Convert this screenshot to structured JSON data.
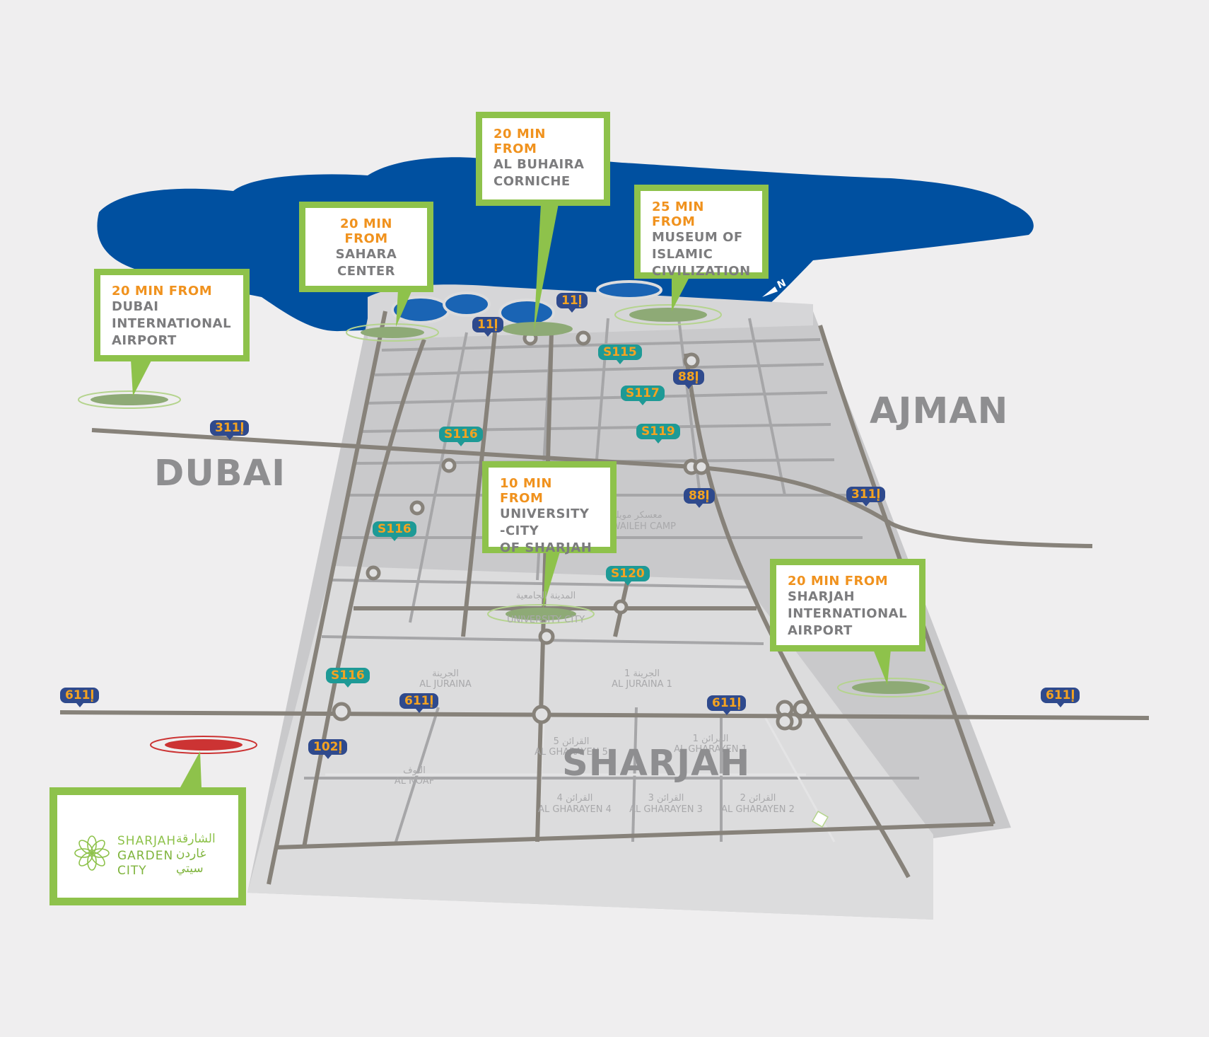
{
  "regions": {
    "dubai": "DUBAI",
    "ajman": "AJMAN",
    "sharjah": "SHARJAH"
  },
  "compass": "N",
  "callouts": [
    {
      "id": "dubai-airport",
      "minutes": "20 MIN FROM",
      "place": "DUBAI\nINTERNATIONAL\nAIRPORT"
    },
    {
      "id": "sahara-center",
      "minutes": "20 MIN FROM",
      "place": "SAHARA\nCENTER"
    },
    {
      "id": "al-buhaira",
      "minutes": "20 MIN FROM",
      "place": "AL BUHAIRA\nCORNICHE"
    },
    {
      "id": "museum",
      "minutes": "25 MIN FROM",
      "place": "MUSEUM OF\nISLAMIC\nCIVILIZATION"
    },
    {
      "id": "university",
      "minutes": "10 MIN FROM",
      "place": "UNIVERSITY\n-CITY\nOF SHARJAH"
    },
    {
      "id": "sharjah-airport",
      "minutes": "20 MIN FROM",
      "place": "SHARJAH\nINTERNATIONAL\nAIRPORT"
    }
  ],
  "road_badges": [
    {
      "label": "11إ",
      "color": "blue"
    },
    {
      "label": "11إ",
      "color": "blue"
    },
    {
      "label": "S115",
      "color": "teal"
    },
    {
      "label": "88إ",
      "color": "blue"
    },
    {
      "label": "S117",
      "color": "teal"
    },
    {
      "label": "S119",
      "color": "teal"
    },
    {
      "label": "S116",
      "color": "teal"
    },
    {
      "label": "311إ",
      "color": "blue"
    },
    {
      "label": "88إ",
      "color": "blue"
    },
    {
      "label": "311إ",
      "color": "blue"
    },
    {
      "label": "S116",
      "color": "teal"
    },
    {
      "label": "S120",
      "color": "teal"
    },
    {
      "label": "S116",
      "color": "teal"
    },
    {
      "label": "611إ",
      "color": "blue"
    },
    {
      "label": "611إ",
      "color": "blue"
    },
    {
      "label": "611إ",
      "color": "blue"
    },
    {
      "label": "611إ",
      "color": "blue"
    },
    {
      "label": "102إ",
      "color": "blue"
    }
  ],
  "district_labels": [
    {
      "ar": "الجرينة",
      "en": "AL JURAINA"
    },
    {
      "ar": "الجرينة 1",
      "en": "AL JURAINA 1"
    },
    {
      "ar": "القرائن 5",
      "en": "AL GHARAYEN 5"
    },
    {
      "ar": "القرائن 1",
      "en": "AL GHARAYEN 1"
    },
    {
      "ar": "النوف",
      "en": "AL NOAF"
    },
    {
      "ar": "القرائن 4",
      "en": "AL GHARAYEN 4"
    },
    {
      "ar": "القرائن 3",
      "en": "AL GHARAYEN 3"
    },
    {
      "ar": "القرائن 2",
      "en": "AL GHARAYEN 2"
    },
    {
      "ar": "المدينة الجامعية",
      "en": "UNIVERSITY CITY"
    },
    {
      "ar": "معسكر مويلح",
      "en": "MUWAILEH CAMP"
    }
  ],
  "logo": {
    "en_line1": "SHARJAH",
    "ar_line1": "الشارقة",
    "en_line2": "GARDEN",
    "ar_line2": "غاردن",
    "en_line3": "CITY",
    "ar_line3": "سيتي"
  },
  "colors": {
    "sea": "#0050a0",
    "callout_border": "#8ec24b",
    "callout_minutes": "#f0921e",
    "route_blue": "#2f4a8d",
    "route_teal": "#1e9a96",
    "target_marker": "#cc3333"
  }
}
